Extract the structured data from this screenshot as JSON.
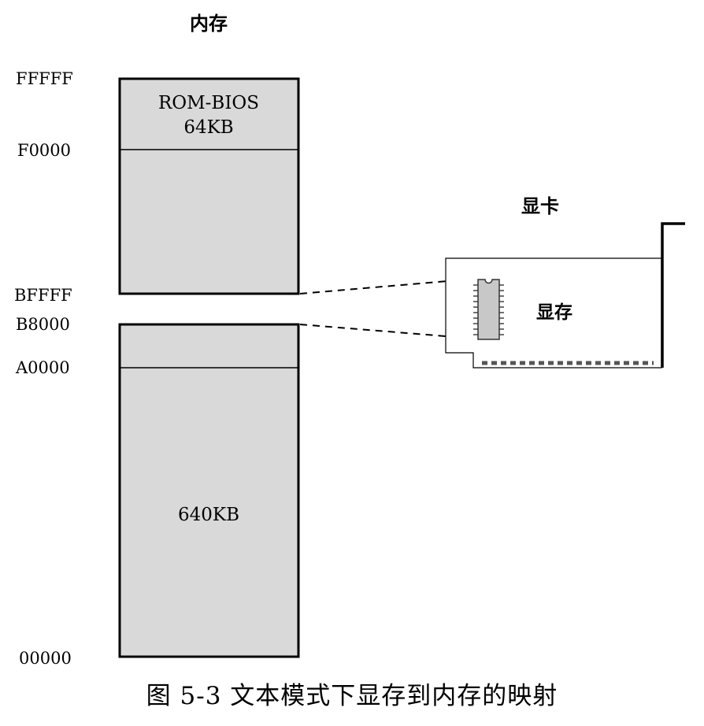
{
  "memory": {
    "title": "内存",
    "addresses": {
      "top": "FFFFF",
      "rom_start": "F0000",
      "video_end": "BFFFF",
      "video_start": "B8000",
      "a_start": "A0000",
      "bottom": "00000"
    },
    "rom_label_line1": "ROM-BIOS",
    "rom_label_line2": "64KB",
    "ram_label": "640KB"
  },
  "card": {
    "title": "显卡",
    "vram_label": "显存"
  },
  "caption": "图 5-3   文本模式下显存到内存的映射",
  "colors": {
    "block_fill": "#d9d9d9",
    "chip_fill": "#c8c8c8",
    "line": "#000000"
  }
}
